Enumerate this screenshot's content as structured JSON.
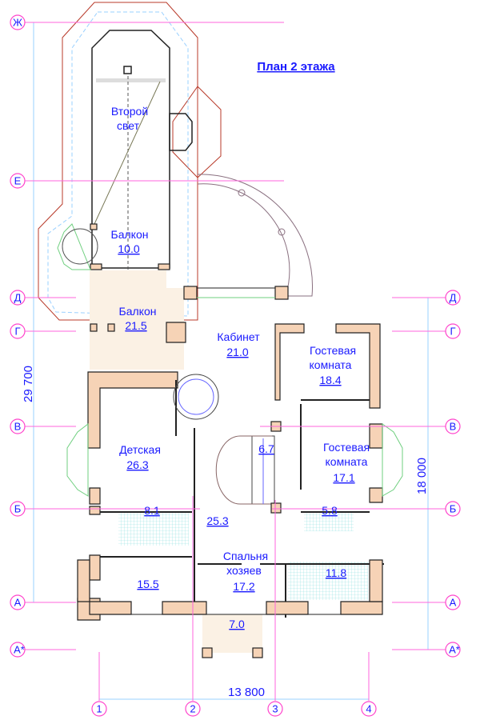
{
  "title": "План 2 этажа",
  "axes": {
    "rows": [
      "Ж",
      "Е",
      "Д",
      "Г",
      "В",
      "Б",
      "А",
      "А*"
    ],
    "columns": [
      "1",
      "2",
      "3",
      "4"
    ]
  },
  "dimensions": {
    "overall_height": "29 700",
    "main_height": "18 000",
    "width": "13 800"
  },
  "rooms": [
    {
      "name": [
        "Второй",
        "свет"
      ],
      "area": ""
    },
    {
      "name": [
        "Балкон"
      ],
      "area": "10.0"
    },
    {
      "name": [
        "Балкон"
      ],
      "area": "21.5"
    },
    {
      "name": [
        "Кабинет"
      ],
      "area": "21.0"
    },
    {
      "name": [
        "Гостевая",
        "комната"
      ],
      "area": "18.4"
    },
    {
      "name": [
        "Детская"
      ],
      "area": "26.3"
    },
    {
      "name": [
        "Гостевая",
        "комната"
      ],
      "area": "17.1"
    },
    {
      "name": [],
      "area": "6.7"
    },
    {
      "name": [],
      "area": "8.1"
    },
    {
      "name": [],
      "area": "25.3"
    },
    {
      "name": [],
      "area": "5.8"
    },
    {
      "name": [],
      "area": "15.5"
    },
    {
      "name": [
        "Спальня",
        "хозяев"
      ],
      "area": "17.2"
    },
    {
      "name": [],
      "area": "11.8"
    },
    {
      "name": [],
      "area": "7.0"
    }
  ]
}
